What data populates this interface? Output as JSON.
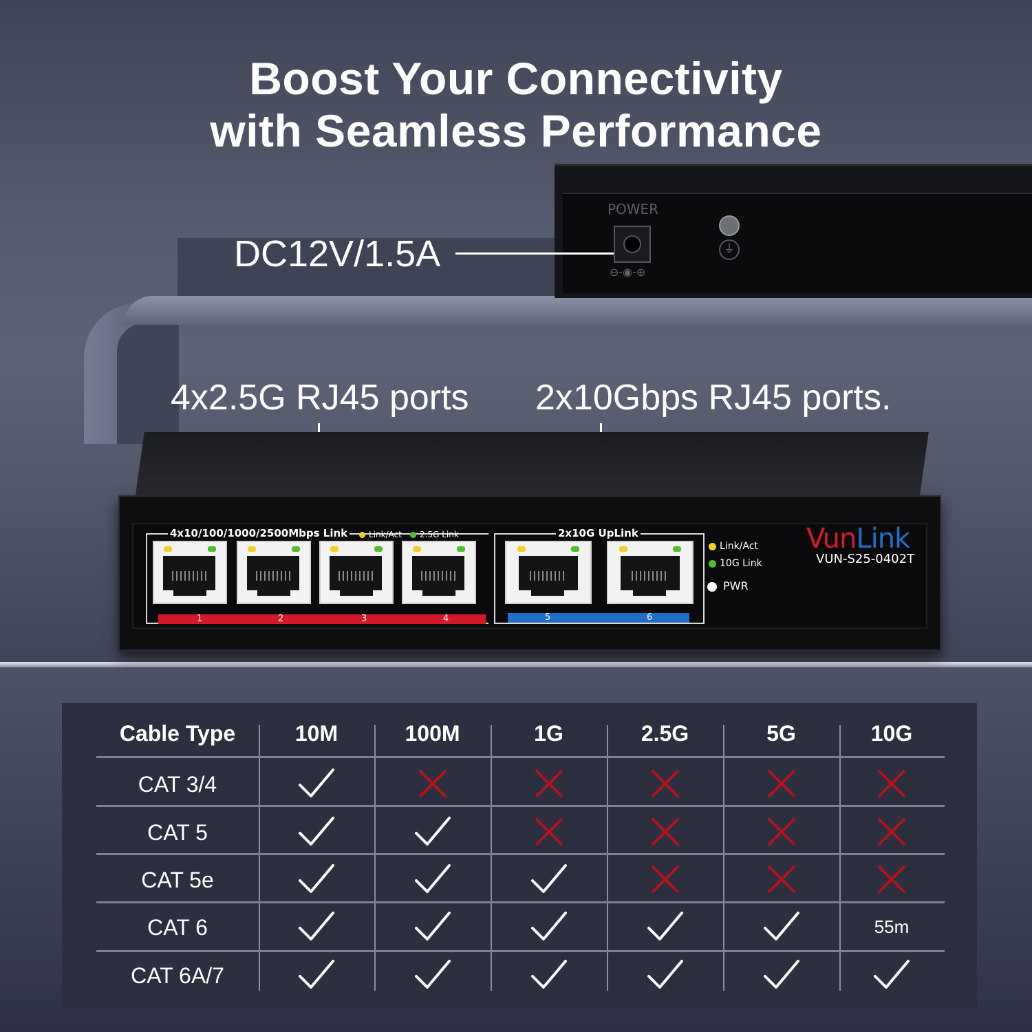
{
  "headline": {
    "line1": "Boost Your Connectivity",
    "line2": "with Seamless Performance"
  },
  "power": {
    "panel_label": "POWER",
    "polarity_symbol": "⊖-◉-⊕",
    "callout": "DC12V/1.5A"
  },
  "ports": {
    "left_heading": "4x2.5G RJ45 ports",
    "right_heading": "2x10Gbps RJ45 ports."
  },
  "switch": {
    "group1_title": "4x10/100/1000/2500Mbps Link",
    "group1_led1": "Link/Act",
    "group1_led2": "2.5G Link",
    "group2_title": "2x10G UpLink",
    "side_led1": "Link/Act",
    "side_led2": "10G Link",
    "side_led3": "PWR",
    "brand_part1": "Vun",
    "brand_part2": "Link",
    "model": "VUN-S25-0402T",
    "port_numbers": [
      "1",
      "2",
      "3",
      "4",
      "5",
      "6"
    ],
    "colors": {
      "red_bar": "#d6192a",
      "blue_bar": "#1f6fc4",
      "led_yellow": "#f2d21b",
      "led_green": "#4fbf2a"
    }
  },
  "table": {
    "headers": [
      "Cable  Type",
      "10M",
      "100M",
      "1G",
      "2.5G",
      "5G",
      "10G"
    ],
    "rows": [
      {
        "type": "CAT 3/4",
        "cells": [
          "check",
          "cross",
          "cross",
          "cross",
          "cross",
          "cross"
        ]
      },
      {
        "type": "CAT 5",
        "cells": [
          "check",
          "check",
          "cross",
          "cross",
          "cross",
          "cross"
        ]
      },
      {
        "type": "CAT 5e",
        "cells": [
          "check",
          "check",
          "check",
          "cross",
          "cross",
          "cross"
        ]
      },
      {
        "type": "CAT 6",
        "cells": [
          "check",
          "check",
          "check",
          "check",
          "check",
          "55m"
        ]
      },
      {
        "type": "CAT 6A/7",
        "cells": [
          "check",
          "check",
          "check",
          "check",
          "check",
          "check"
        ]
      }
    ],
    "colors": {
      "check": "#ffffff",
      "cross": "#b3121c"
    }
  }
}
